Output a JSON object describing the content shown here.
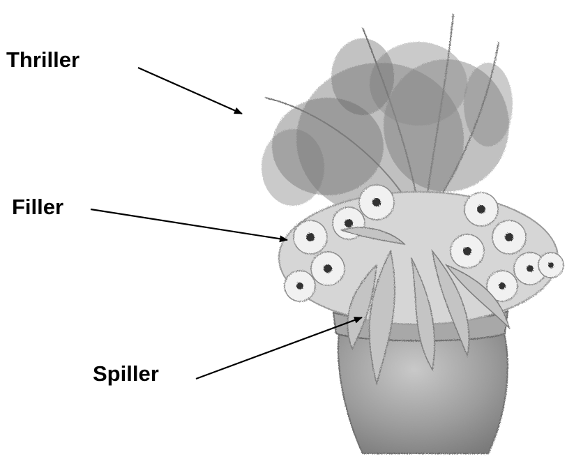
{
  "labels": {
    "thriller": "Thriller",
    "filler": "Filler",
    "spiller": "Spiller"
  },
  "illustration": {
    "subject": "flower-pot",
    "style": "grayscale-sketch"
  },
  "colors": {
    "ink": "#000000",
    "background": "#ffffff",
    "pot": "#9a9a9a",
    "foliage_dark": "#5c5c5c",
    "foliage_light": "#bdbdbd"
  }
}
